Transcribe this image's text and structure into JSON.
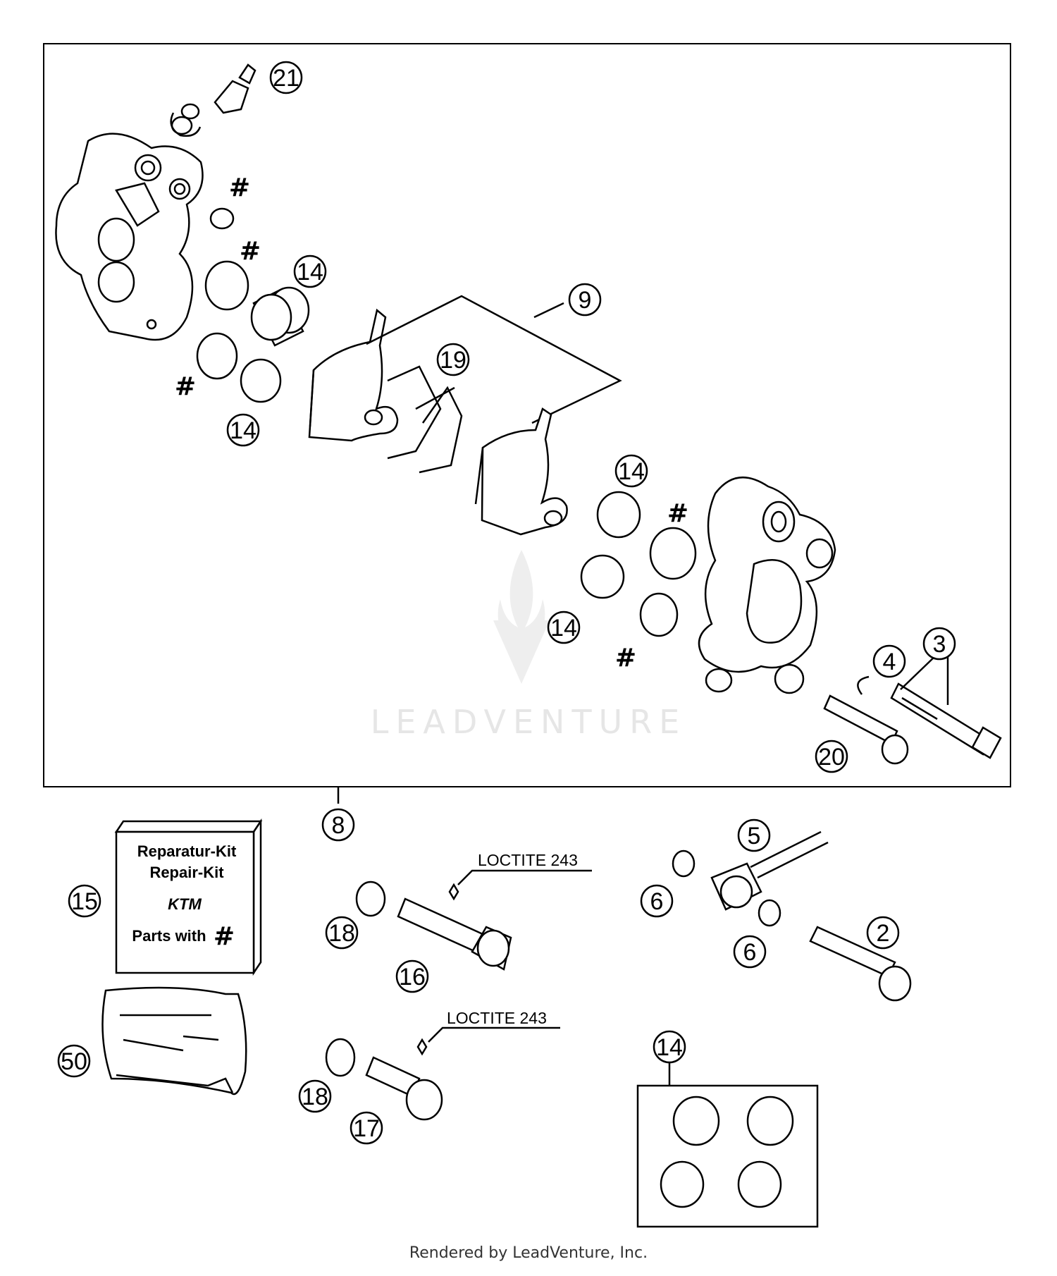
{
  "callouts": {
    "c21": "21",
    "c9": "9",
    "c19": "19",
    "c14a": "14",
    "c14b": "14",
    "c14c": "14",
    "c14d": "14",
    "c14e": "14",
    "c4": "4",
    "c3": "3",
    "c20": "20",
    "c8": "8",
    "c5": "5",
    "c6a": "6",
    "c6b": "6",
    "c2": "2",
    "c15": "15",
    "c18a": "18",
    "c16": "16",
    "c18b": "18",
    "c17": "17",
    "c50": "50"
  },
  "hash_marks": {
    "h1": "#",
    "h2": "#",
    "h3": "#",
    "h4": "#",
    "h5": "#"
  },
  "repair_kit": {
    "line1": "Reparatur-Kit",
    "line2": "Repair-Kit",
    "brand": "KTM",
    "line3": "Parts with",
    "hash": "#"
  },
  "loctite": {
    "label1": "LOCTITE 243",
    "label2": "LOCTITE 243"
  },
  "watermark": "LEADVENTURE",
  "footer": "Rendered by LeadVenture, Inc."
}
